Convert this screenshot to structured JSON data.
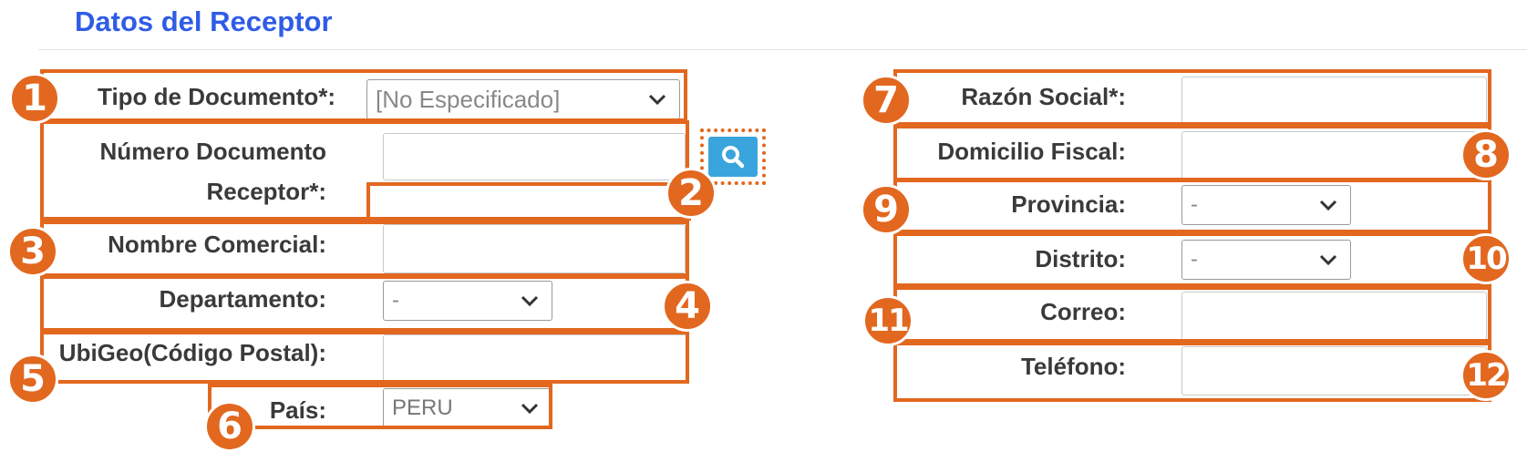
{
  "section": {
    "title": "Datos del Receptor"
  },
  "left": {
    "tipo_documento": {
      "label": "Tipo de Documento*:",
      "value": "[No Especificado]"
    },
    "numero_documento": {
      "label_line1": "Número Documento",
      "label_line2": "Receptor*:",
      "value": ""
    },
    "nombre_comercial": {
      "label": "Nombre Comercial:",
      "value": ""
    },
    "departamento": {
      "label": "Departamento:",
      "value": "-"
    },
    "ubigeo": {
      "label": "UbiGeo(Código Postal):",
      "value": ""
    },
    "pais": {
      "label": "País:",
      "value": "PERU"
    }
  },
  "right": {
    "razon_social": {
      "label": "Razón Social*:",
      "value": ""
    },
    "domicilio_fiscal": {
      "label": "Domicilio Fiscal:",
      "value": ""
    },
    "provincia": {
      "label": "Provincia:",
      "value": "-"
    },
    "distrito": {
      "label": "Distrito:",
      "value": "-"
    },
    "correo": {
      "label": "Correo:",
      "value": ""
    },
    "telefono": {
      "label": "Teléfono:",
      "value": ""
    }
  },
  "search_button": {
    "icon": "search-icon"
  },
  "annotations": {
    "badges": [
      "1",
      "2",
      "3",
      "4",
      "5",
      "6",
      "7",
      "8",
      "9",
      "10",
      "11",
      "12"
    ],
    "color": "#e2671f"
  },
  "colors": {
    "title": "#2f5ce6",
    "search_button": "#39a5dc",
    "annotation": "#e2671f"
  }
}
